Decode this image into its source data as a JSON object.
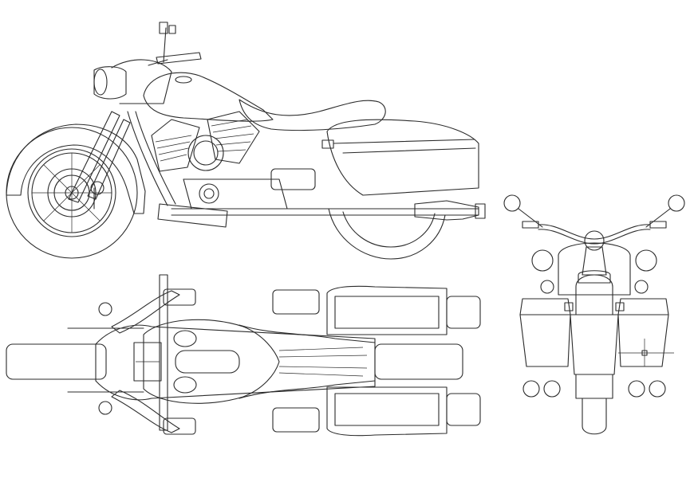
{
  "drawing": {
    "subject": "motorcycle",
    "views": [
      "side-view",
      "top-view",
      "front-view"
    ],
    "line_color": "#2b2b2b",
    "background_color": "#ffffff"
  }
}
